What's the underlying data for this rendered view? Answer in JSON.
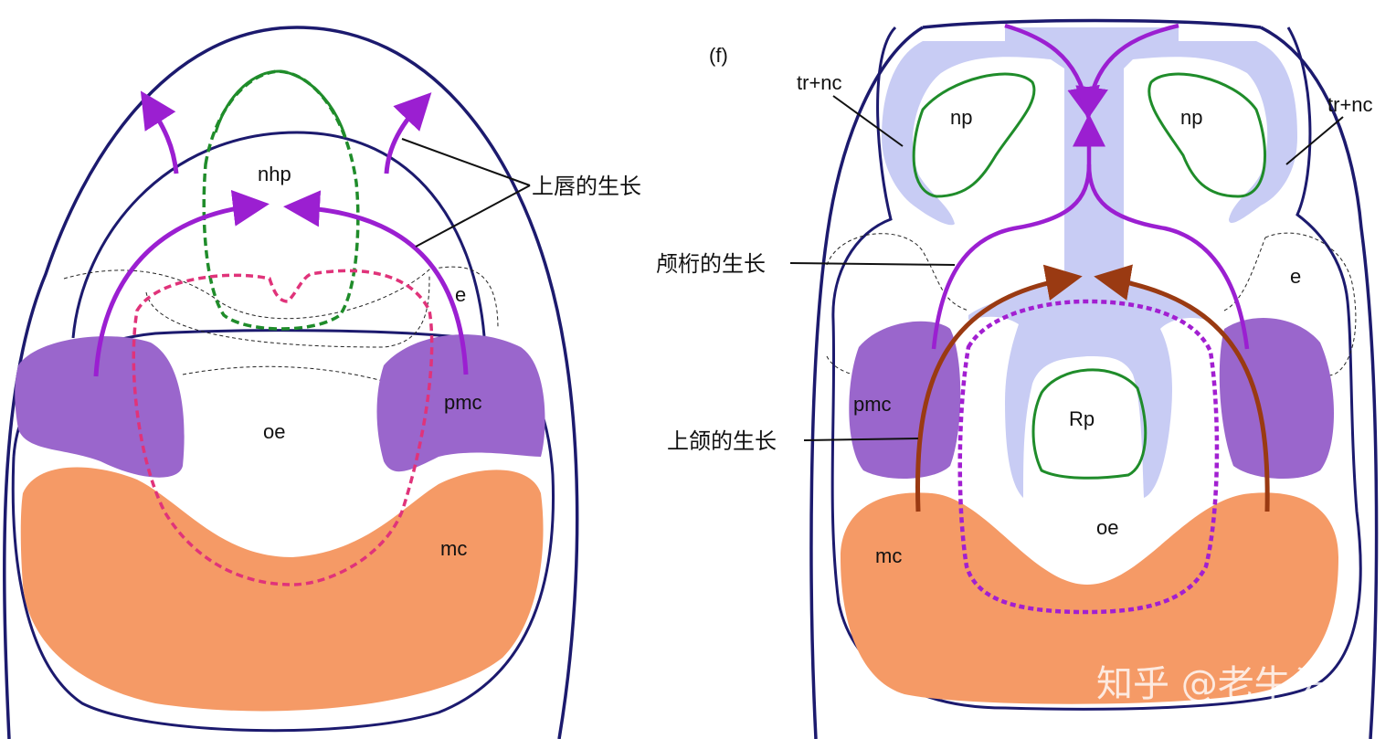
{
  "left_panel": {
    "labels": {
      "nhp": "nhp",
      "e": "e",
      "pmc": "pmc",
      "oe": "oe",
      "mc": "mc"
    },
    "annotation_upper_lip": "上唇的生长"
  },
  "right_panel": {
    "panel_letter": "(f)",
    "labels": {
      "tr_nc_left": "tr+nc",
      "tr_nc_right": "tr+nc",
      "np_left": "np",
      "np_right": "np",
      "e": "e",
      "pmc": "pmc",
      "rp": "Rp",
      "oe": "oe",
      "mc": "mc"
    },
    "annotation_trabecula": "颅桁的生长",
    "annotation_maxilla": "上颌的生长"
  },
  "watermark": "知乎 @老牛头",
  "colors": {
    "outline": "#1c1a6e",
    "growth_arrow": "#9b1fd1",
    "maxilla_arrow": "#9a3a12",
    "pmc_fill": "#9a66cc",
    "mc_fill": "#f59a66",
    "trabecula_fill": "#c8ccf4",
    "np_outline": "#1f8c2a",
    "nhp_dashed": "#1f8c2a",
    "oe_dashed_left": "#e0337a",
    "oe_dashed_right": "#a21fd1"
  }
}
